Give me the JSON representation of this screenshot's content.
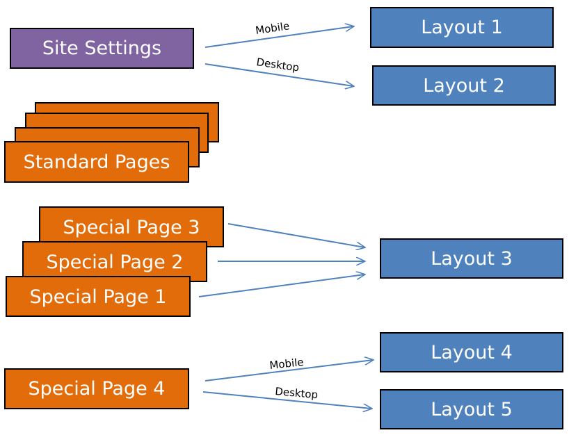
{
  "colors": {
    "settings": "#8064a2",
    "page": "#e36c0a",
    "layout": "#4f81bd",
    "arrow": "#4f81bd"
  },
  "nodes": {
    "site_settings": "Site Settings",
    "standard_pages": "Standard Pages",
    "special_page_1": "Special Page 1",
    "special_page_2": "Special Page 2",
    "special_page_3": "Special Page 3",
    "special_page_4": "Special Page 4",
    "layout_1": "Layout 1",
    "layout_2": "Layout 2",
    "layout_3": "Layout 3",
    "layout_4": "Layout 4",
    "layout_5": "Layout 5"
  },
  "edges": [
    {
      "from": "Site Settings",
      "to": "Layout 1",
      "label": "Mobile"
    },
    {
      "from": "Site Settings",
      "to": "Layout 2",
      "label": "Desktop"
    },
    {
      "from": "Special Page 3",
      "to": "Layout 3",
      "label": ""
    },
    {
      "from": "Special Page 2",
      "to": "Layout 3",
      "label": ""
    },
    {
      "from": "Special Page 1",
      "to": "Layout 3",
      "label": ""
    },
    {
      "from": "Special Page 4",
      "to": "Layout 4",
      "label": "Mobile"
    },
    {
      "from": "Special Page 4",
      "to": "Layout 5",
      "label": "Desktop"
    }
  ]
}
